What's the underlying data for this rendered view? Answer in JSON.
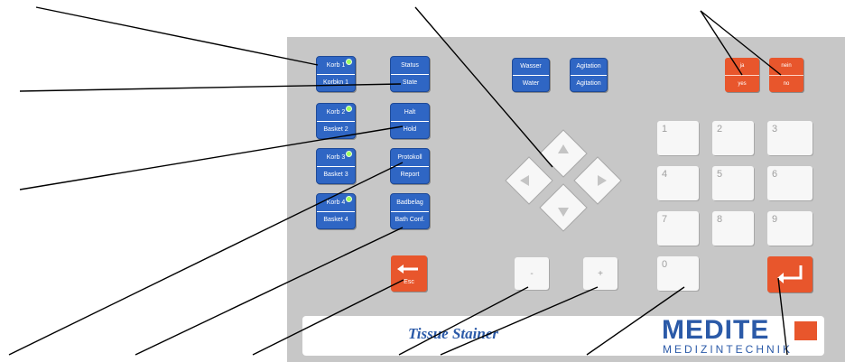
{
  "panel": {
    "product_name": "Tissue Stainer",
    "brand": "MEDITE",
    "brand_sub": "MEDIZINTECHNIK"
  },
  "baskets": [
    {
      "top": "Korb 1",
      "bottom": "Korbkn 1"
    },
    {
      "top": "Korb 2",
      "bottom": "Basket 2"
    },
    {
      "top": "Korb 3",
      "bottom": "Basket 3"
    },
    {
      "top": "Korb 4",
      "bottom": "Basket 4"
    }
  ],
  "functions": [
    {
      "top": "Status",
      "bottom": "State"
    },
    {
      "top": "Halt",
      "bottom": "Hold"
    },
    {
      "top": "Protokoll",
      "bottom": "Report"
    },
    {
      "top": "Badbelag",
      "bottom": "Bath Conf."
    }
  ],
  "media": [
    {
      "top": "Wasser",
      "bottom": "Water"
    },
    {
      "top": "Agitation",
      "bottom": "Agitation"
    }
  ],
  "yes_no": [
    {
      "top": "ja",
      "bottom": "yes"
    },
    {
      "top": "nein",
      "bottom": "no"
    }
  ],
  "esc_label": "Esc",
  "digits": [
    "1",
    "2",
    "3",
    "4",
    "5",
    "6",
    "7",
    "8",
    "9",
    "0"
  ],
  "minus": "-",
  "plus": "+",
  "icons": {
    "arrows": [
      "arrow-up-icon",
      "arrow-left-icon",
      "arrow-right-icon",
      "arrow-down-icon"
    ],
    "escape": "arrow-left-icon",
    "enter": "enter-icon"
  },
  "colors": {
    "panel": "#c7c7c7",
    "blue_key": "#2f66c4",
    "orange_key": "#e8562c",
    "led": "#9dff5c",
    "brand": "#2b5aa8"
  }
}
